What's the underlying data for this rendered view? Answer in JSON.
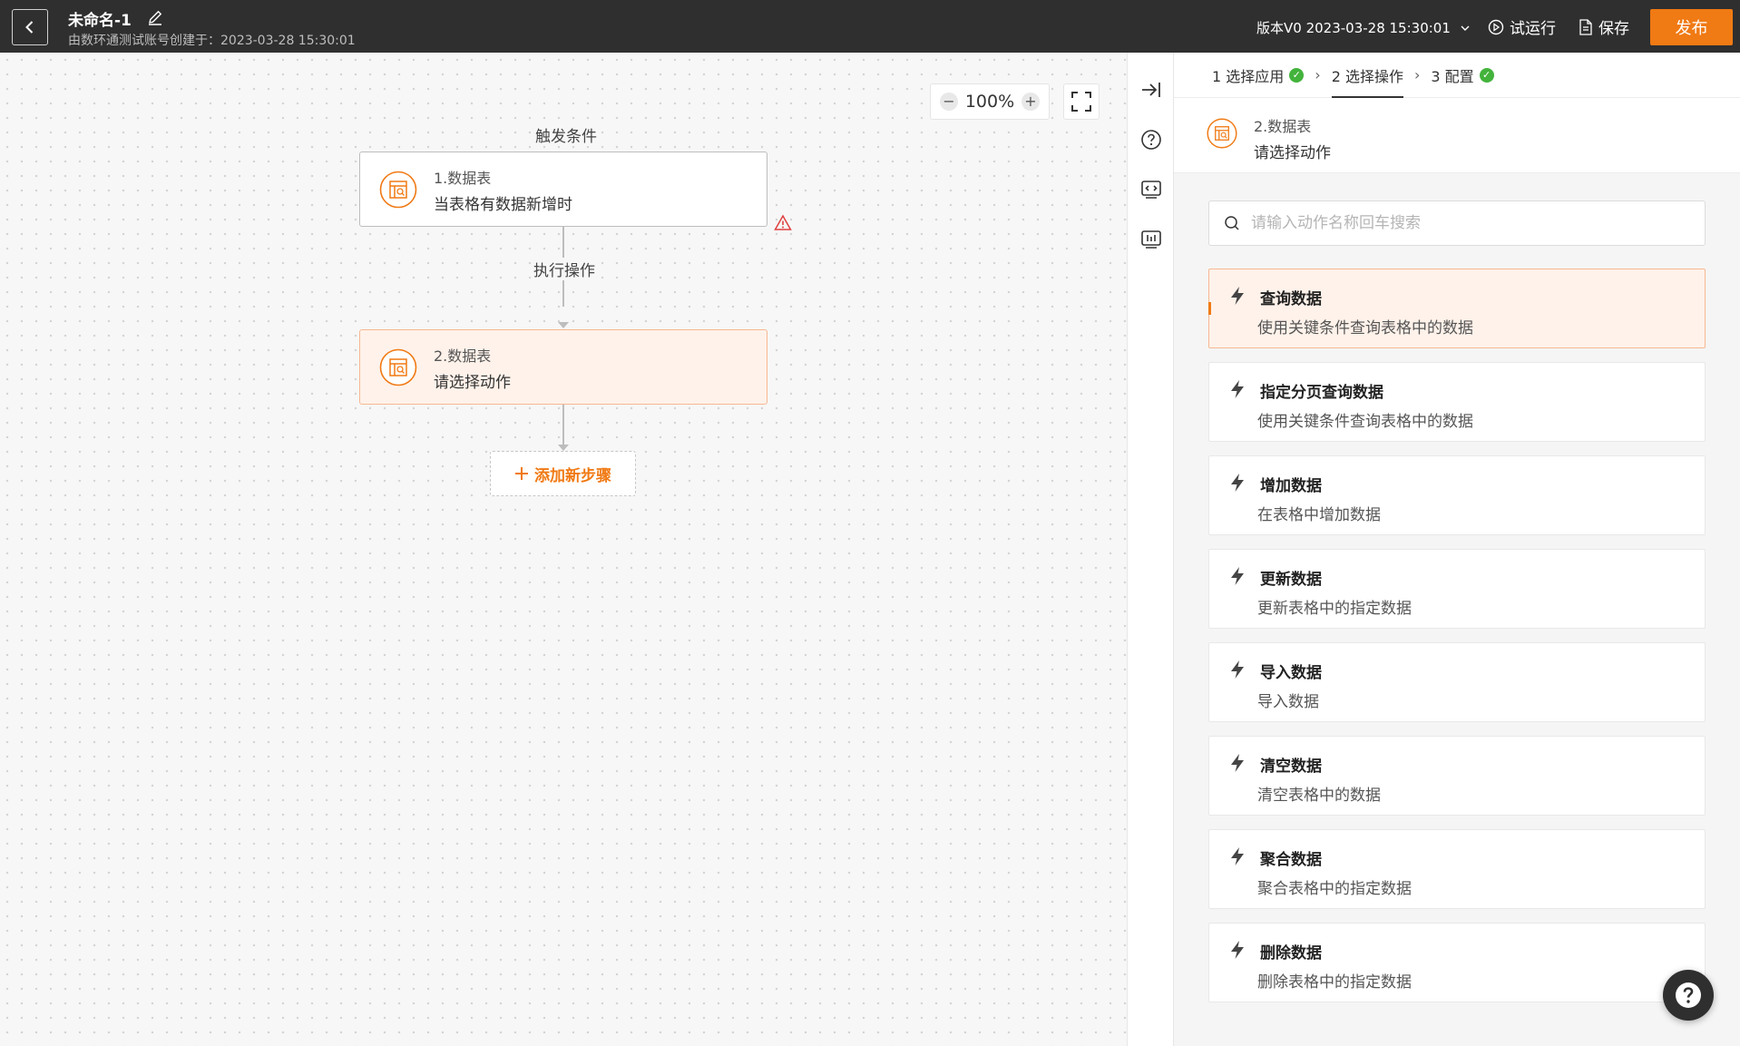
{
  "header": {
    "title": "未命名-1",
    "subtitle": "由数环通测试账号创建于：2023-03-28 15:30:01",
    "version": "版本V0 2023-03-28 15:30:01",
    "run_label": "试运行",
    "save_label": "保存",
    "publish_label": "发布"
  },
  "canvas": {
    "zoom": "100%",
    "trigger_label": "触发条件",
    "action_label": "执行操作",
    "nodes": [
      {
        "name": "1.数据表",
        "desc": "当表格有数据新增时"
      },
      {
        "name": "2.数据表",
        "desc": "请选择动作"
      }
    ],
    "add_step_label": "添加新步骤"
  },
  "panel": {
    "steps": [
      {
        "label": "1 选择应用",
        "done": true
      },
      {
        "label": "2 选择操作",
        "done": false
      },
      {
        "label": "3 配置",
        "done": true
      }
    ],
    "head": {
      "name": "2.数据表",
      "desc": "请选择动作"
    },
    "search_placeholder": "请输入动作名称回车搜索",
    "actions": [
      {
        "title": "查询数据",
        "desc": "使用关键条件查询表格中的数据",
        "selected": true
      },
      {
        "title": "指定分页查询数据",
        "desc": "使用关键条件查询表格中的数据"
      },
      {
        "title": "增加数据",
        "desc": "在表格中增加数据"
      },
      {
        "title": "更新数据",
        "desc": "更新表格中的指定数据"
      },
      {
        "title": "导入数据",
        "desc": "导入数据"
      },
      {
        "title": "清空数据",
        "desc": "清空表格中的数据"
      },
      {
        "title": "聚合数据",
        "desc": "聚合表格中的指定数据"
      },
      {
        "title": "删除数据",
        "desc": "删除表格中的指定数据"
      }
    ]
  },
  "colors": {
    "accent": "#f07a14",
    "topbar": "#2f2f2f",
    "success": "#43b33c"
  }
}
